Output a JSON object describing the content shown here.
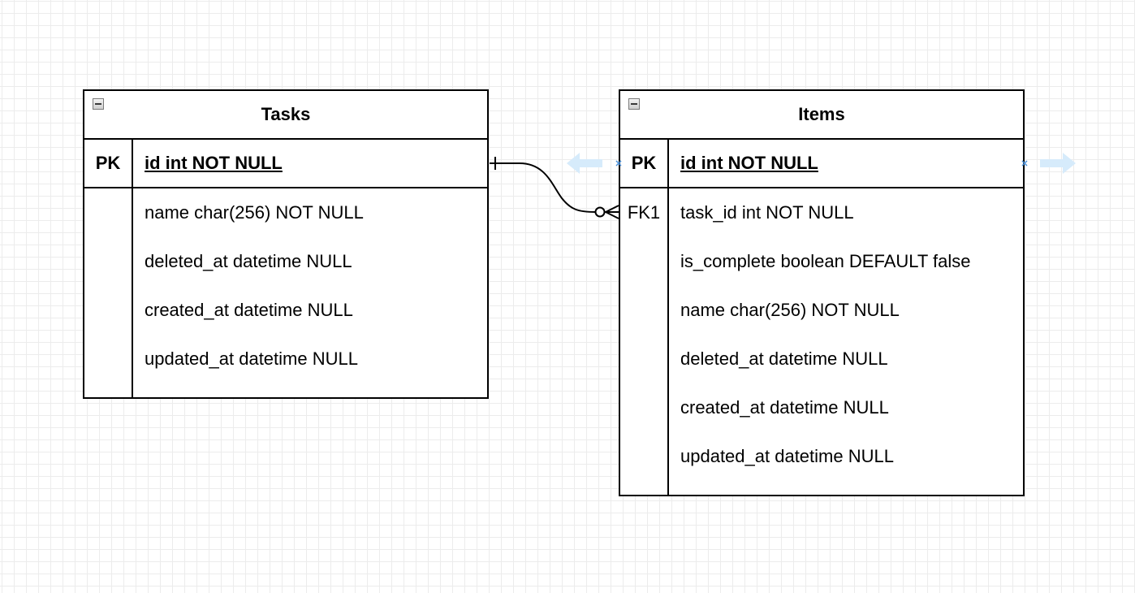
{
  "tables": {
    "tasks": {
      "title": "Tasks",
      "pk_label": "PK",
      "pk_field": "id int NOT NULL",
      "fields": [
        "name char(256) NOT NULL",
        "deleted_at datetime NULL",
        "created_at datetime NULL",
        "updated_at datetime NULL"
      ]
    },
    "items": {
      "title": "Items",
      "pk_label": "PK",
      "pk_field": "id int NOT NULL",
      "fk_label": "FK1",
      "fields": [
        "task_id int NOT NULL",
        "is_complete boolean DEFAULT false",
        "name char(256) NOT NULL",
        "deleted_at datetime NULL",
        "created_at datetime NULL",
        "updated_at datetime NULL"
      ]
    }
  },
  "relationship": {
    "from_end": "one-mandatory",
    "to_end": "zero-or-many"
  },
  "colors": {
    "grid_minor": "#ececec",
    "grid_major": "#dcdcdc",
    "hint_arrow": "#d6ebfb",
    "hint_marker": "#4a90d9"
  }
}
